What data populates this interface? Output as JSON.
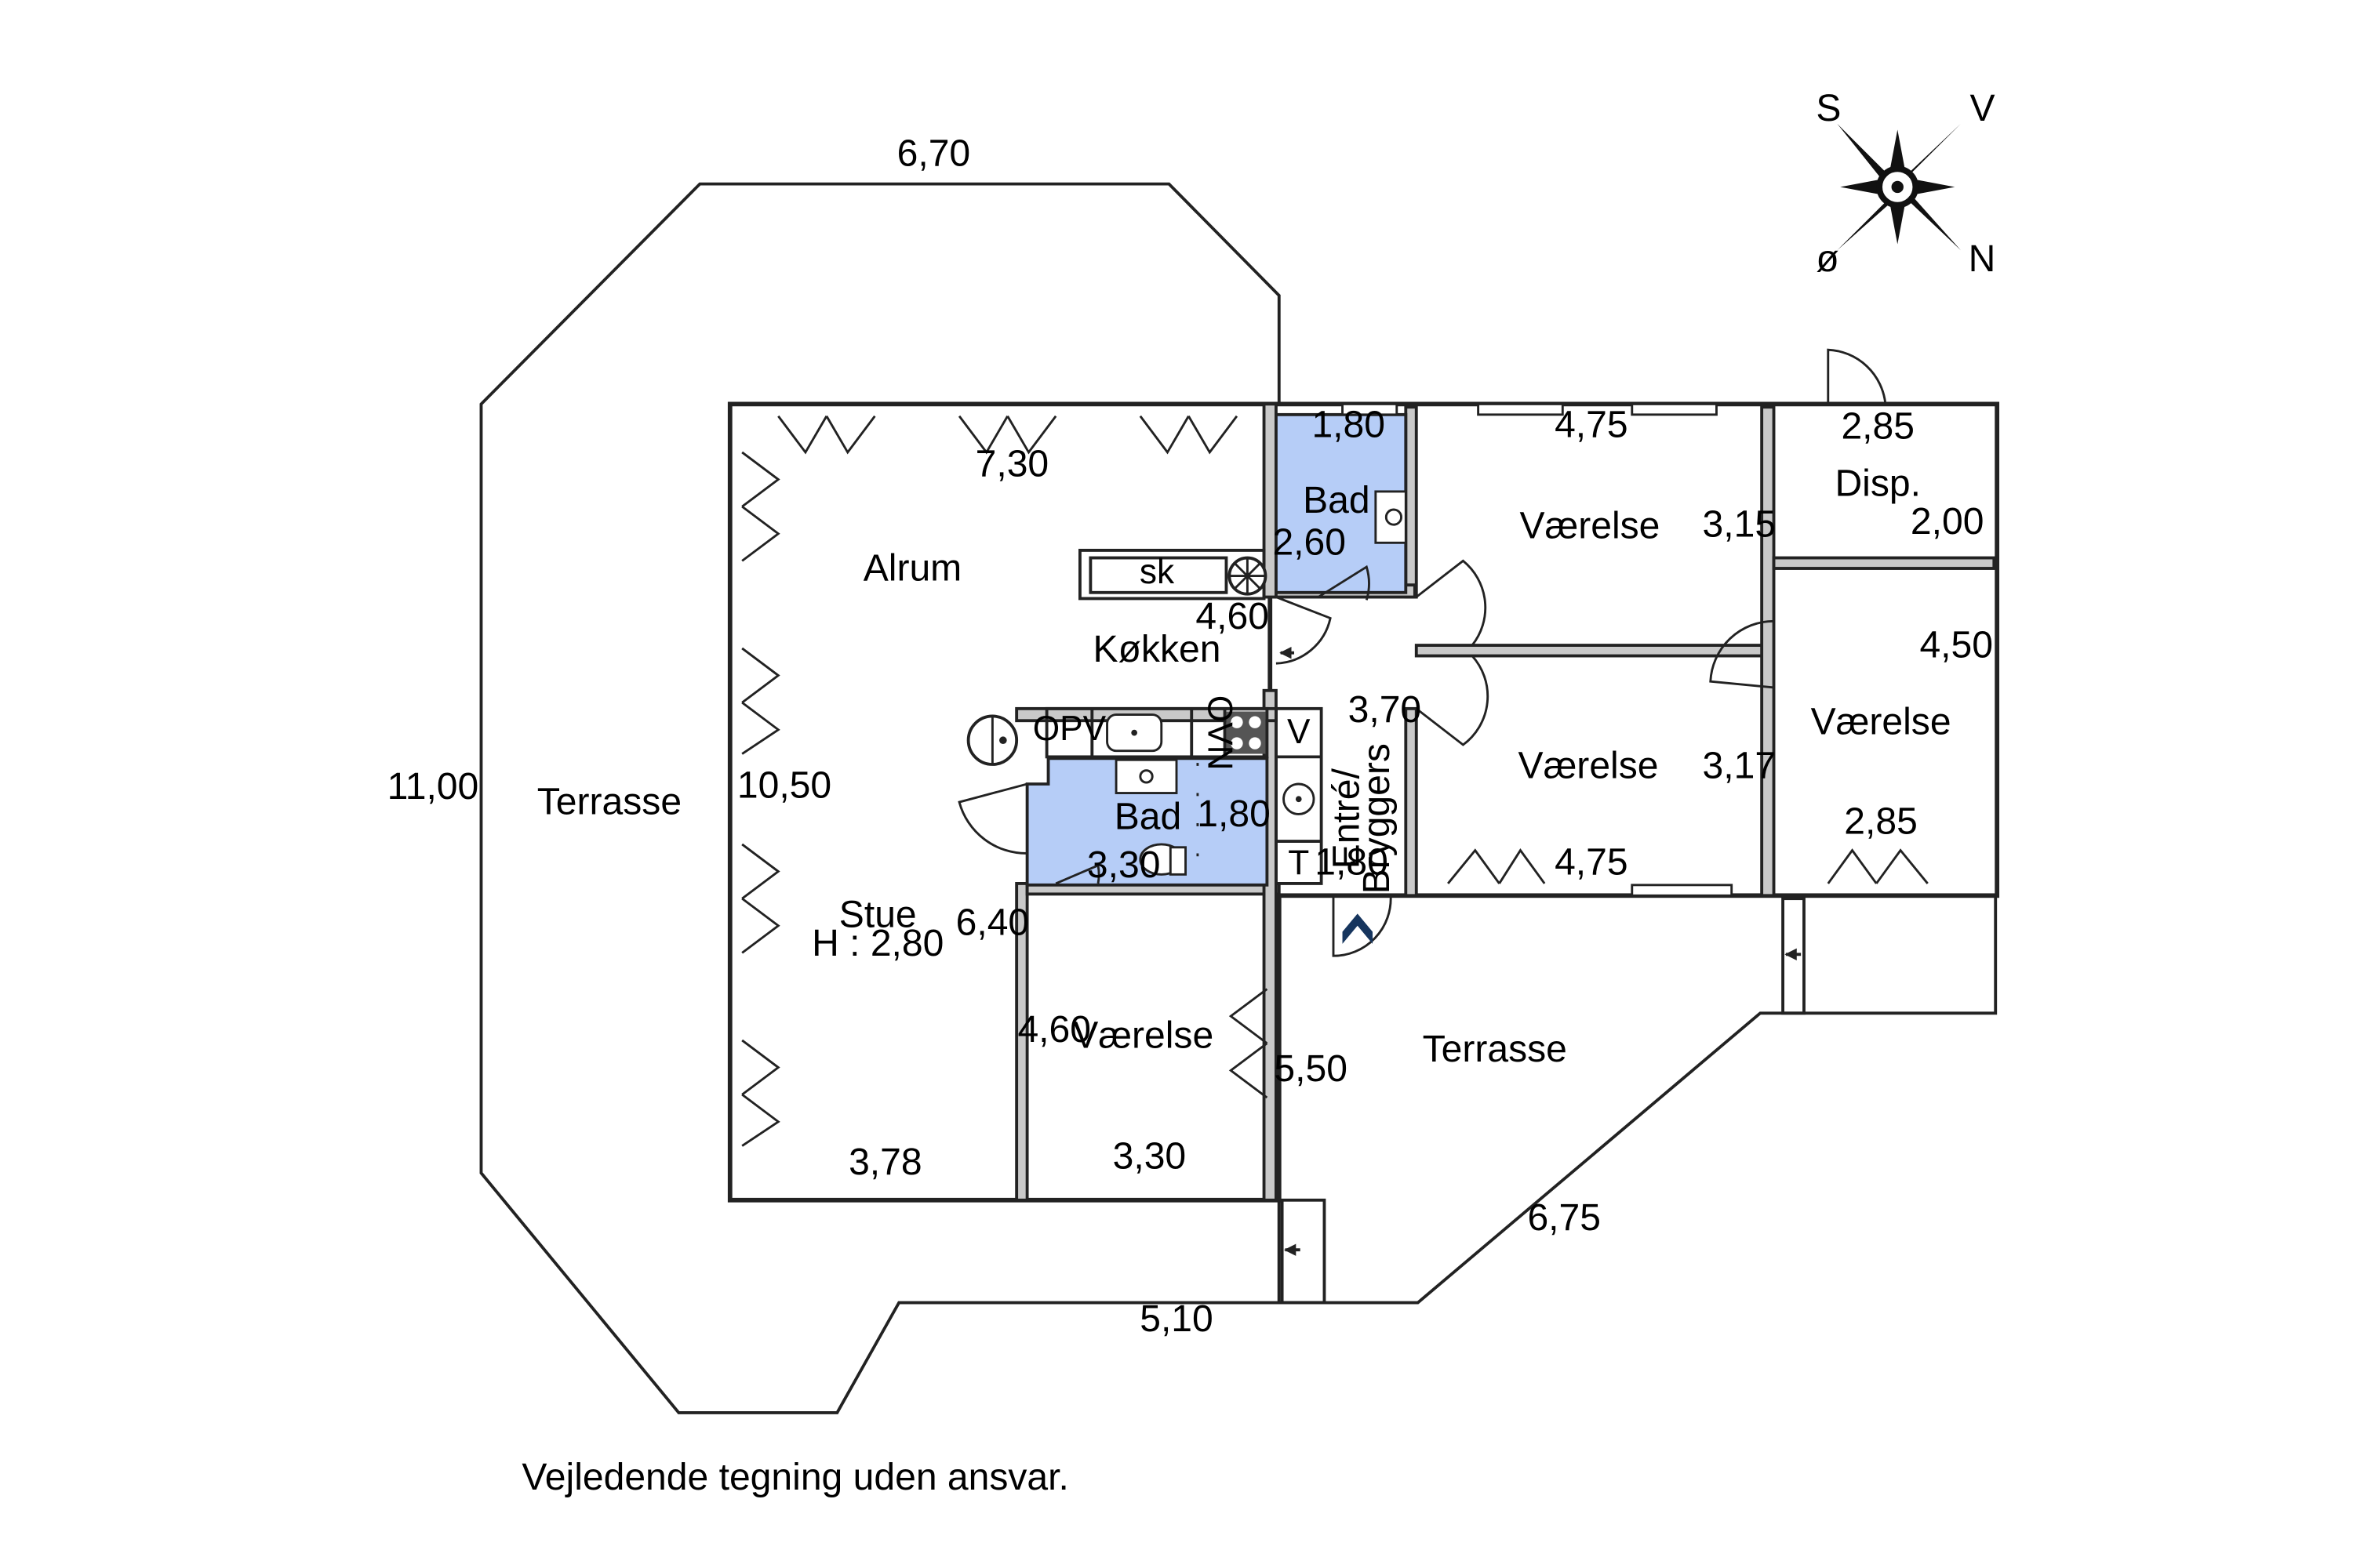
{
  "colors": {
    "bath": "#b6cdf7",
    "wall": "#c9c9c9",
    "line": "#222222"
  },
  "terrace_dims": {
    "top": "6,70",
    "left": "11,00",
    "bottom": "5,10",
    "right": "6,75"
  },
  "rooms": {
    "terrasse_west": "Terrasse",
    "terrasse_east": "Terrasse",
    "alrum": "Alrum",
    "koekken": "Køkken",
    "stue": "Stue",
    "stue_height": "H : 2,80",
    "bad_north": "Bad",
    "bad_south": "Bad",
    "vaerelse_ne": "Værelse",
    "vaerelse_mid": "Værelse",
    "vaerelse_east": "Værelse",
    "vaerelse_sw": "Værelse",
    "disp": "Disp.",
    "entre": "Entré/",
    "bryggers": "Bryggers"
  },
  "dims": {
    "alrum_top": "7,30",
    "stue_left": "10,50",
    "stue_bottom": "3,78",
    "stue_right": "6,40",
    "koekken_right": "4,60",
    "bad_n_top": "1,80",
    "bad_n_left": "2,60",
    "bad_s_right": "1,80",
    "bad_s_bottom": "3,30",
    "entre_top": "3,70",
    "entre_bottom": "1,80",
    "v_ne_top": "4,75",
    "v_ne_right": "3,15",
    "v_mid_right": "3,17",
    "v_mid_bottom": "4,75",
    "disp_top": "2,85",
    "disp_right": "2,00",
    "v_e_right": "4,50",
    "v_e_bottom": "2,85",
    "v_sw_left": "4,60",
    "v_sw_bottom": "3,30",
    "v_sw_right": "5,50"
  },
  "fixtures": {
    "sk": "sk",
    "opv": "OPV",
    "ovn": "OVN",
    "v": "V",
    "t": "T"
  },
  "compass": {
    "s": "S",
    "v": "V",
    "o": "ø",
    "n": "N"
  },
  "disclaimer": "Vejledende tegning uden ansvar."
}
